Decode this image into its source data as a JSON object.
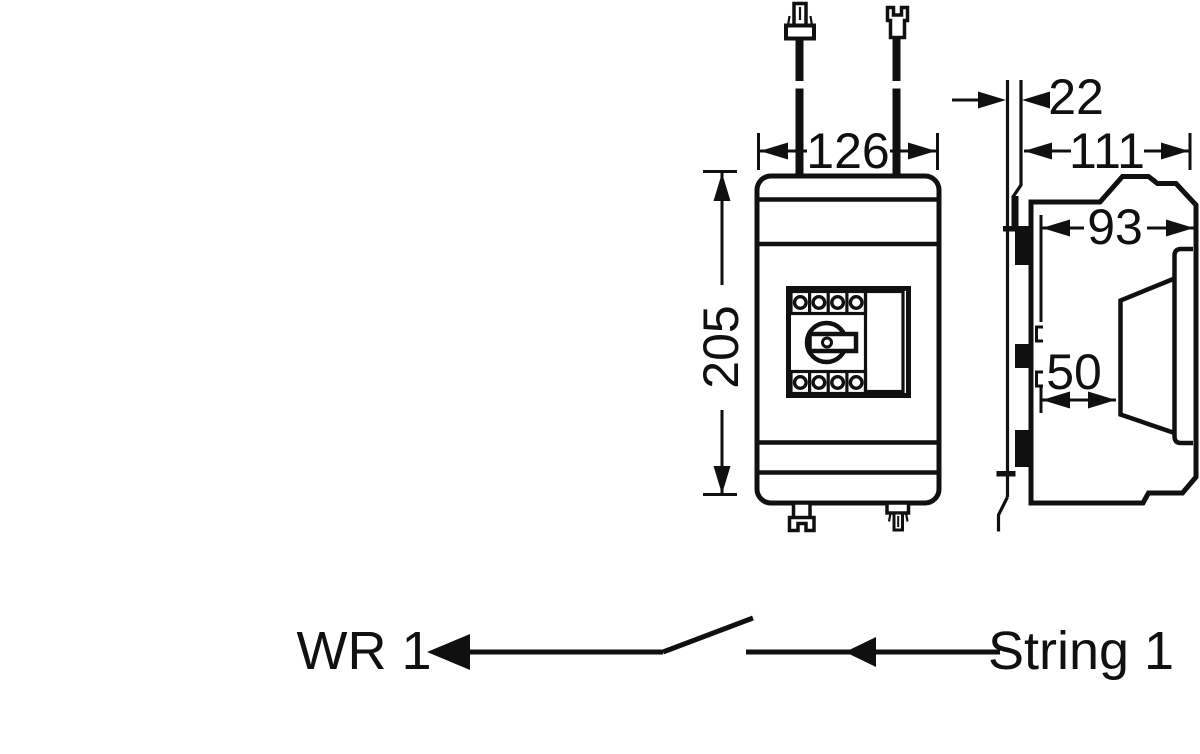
{
  "page": {
    "background": "#ffffff",
    "line_color": "#101010"
  },
  "front_view": {
    "width_mm": "126",
    "height_mm": "205"
  },
  "side_view": {
    "mount_depth_mm": "22",
    "total_depth_mm": "111",
    "body_depth_mm": "93",
    "cover_depth_mm": "50"
  },
  "schematic": {
    "inverter_label": "WR 1",
    "string_label": "String 1"
  }
}
